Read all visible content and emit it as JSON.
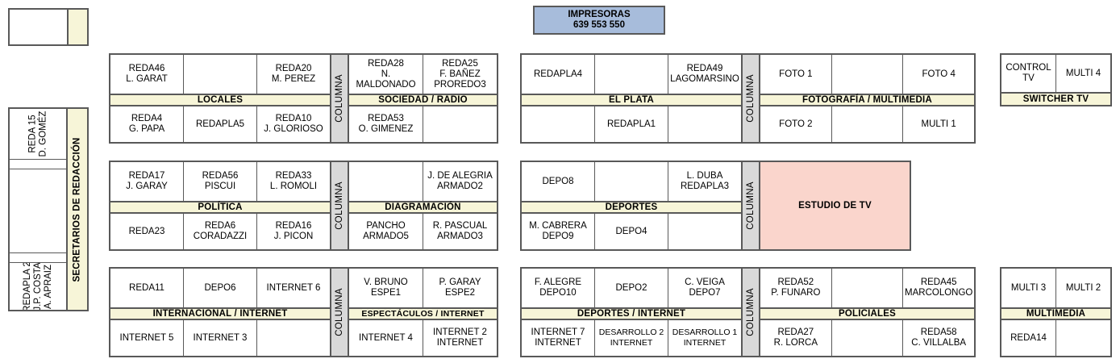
{
  "colors": {
    "label_band": "#F7F5D8",
    "columna": "#D9D9D9",
    "studio": "#FAD5CC",
    "banner": "#A7BCDB",
    "border": "#595959"
  },
  "banner": {
    "title": "IMPRESORAS",
    "numbers": "639  553  550"
  },
  "sidebar": {
    "label": "SECRETARIOS DE REDACCIÓN",
    "top_box": {
      "cells": [
        "",
        ""
      ]
    },
    "cells": [
      "REDA 15\nD. GOMÉZ",
      "",
      "",
      "",
      "REDAPLA 2\nJ.P. COSTA\nA. APRAIZ"
    ]
  },
  "columna_label": "COLUMNA",
  "blocks": [
    {
      "id": "block-locales-sociedad",
      "left_group": {
        "label": "LOCALES",
        "top": [
          "REDA46\nL. GARAT",
          "",
          "REDA20\nM. PEREZ"
        ],
        "bottom": [
          "REDA4\nG. PAPA",
          "REDAPLA5",
          "REDA10\nJ. GLORIOSO"
        ]
      },
      "right_group": {
        "label": "SOCIEDAD / RADIO",
        "top": [
          "REDA28\nN. MALDONADO",
          "REDA25\nF. BAÑEZ\nPROREDO3"
        ],
        "bottom": [
          "REDA53\nO. GIMENEZ",
          ""
        ]
      }
    },
    {
      "id": "block-elplata-fotografia",
      "left_group": {
        "label": "EL PLATA",
        "top": [
          "REDAPLA4",
          "",
          "REDA49\nLAGOMARSINO"
        ],
        "bottom": [
          "",
          "REDAPLA1",
          ""
        ]
      },
      "right_group": {
        "label": "FOTOGRAFÍA / MULTIMEDIA",
        "top": [
          "FOTO 1",
          "",
          "FOTO 4"
        ],
        "bottom": [
          "FOTO 2",
          "",
          "MULTI 1"
        ]
      }
    },
    {
      "id": "block-switcher-tv",
      "left_group": {
        "label": "SWITCHER TV",
        "top": [
          "CONTROL TV",
          "MULTI 4"
        ],
        "bottom": []
      }
    },
    {
      "id": "block-politica-diagramacion",
      "left_group": {
        "label": "POLÍTICA",
        "top": [
          "REDA17\nJ. GARAY",
          "REDA56\nPISCUI",
          "REDA33\nL. ROMOLI"
        ],
        "bottom": [
          "REDA23",
          "REDA6\nCORADAZZI",
          "REDA16\nJ. PICON"
        ]
      },
      "right_group": {
        "label": "DIAGRAMACIÓN",
        "top": [
          "",
          "J. DE ALEGRIA\nARMADO2"
        ],
        "bottom": [
          "PANCHO\nARMADO5",
          "R. PASCUAL\nARMADO3"
        ]
      }
    },
    {
      "id": "block-deportes-estudio",
      "left_group": {
        "label": "DEPORTES",
        "top": [
          "DEPO8",
          "",
          "L. DUBA\nREDAPLA3"
        ],
        "bottom": [
          "M. CABRERA\nDEPO9",
          "DEPO4",
          ""
        ]
      },
      "right_group": {
        "label": "ESTUDIO DE TV",
        "studio": true
      }
    },
    {
      "id": "block-internacional-espectaculos",
      "left_group": {
        "label": "INTERNACIONAL / INTERNET",
        "top": [
          "REDA11",
          "DEPO6",
          "INTERNET 6"
        ],
        "bottom": [
          "INTERNET 5",
          "INTERNET 3",
          ""
        ]
      },
      "right_group": {
        "label": "ESPECTÁCULOS / INTERNET",
        "top": [
          "V. BRUNO\nESPE1",
          "P. GARAY\nESPE2"
        ],
        "bottom": [
          "INTERNET 4",
          "INTERNET 2\nINTERNET"
        ]
      }
    },
    {
      "id": "block-deportesint-policiales",
      "left_group": {
        "label": "DEPORTES / INTERNET",
        "top": [
          "F. ALEGRE\nDEPO10",
          "DEPO2",
          "C. VEIGA\nDEPO7"
        ],
        "bottom": [
          "INTERNET 7\nINTERNET",
          "DESARROLLO 2\nINTERNET",
          "DESARROLLO 1\nINTERNET"
        ]
      },
      "right_group": {
        "label": "POLICIALES",
        "top": [
          "REDA52\nP. FUNARO",
          "",
          "REDA45\nMARCOLONGO"
        ],
        "bottom": [
          "REDA27\nR. LORCA",
          "",
          "REDA58\nC. VILLALBA"
        ]
      }
    },
    {
      "id": "block-multimedia",
      "left_group": {
        "label": "MULTIMEDIA",
        "top": [
          "MULTI 3",
          "MULTI 2"
        ],
        "bottom": [
          "REDA14",
          ""
        ]
      }
    }
  ]
}
